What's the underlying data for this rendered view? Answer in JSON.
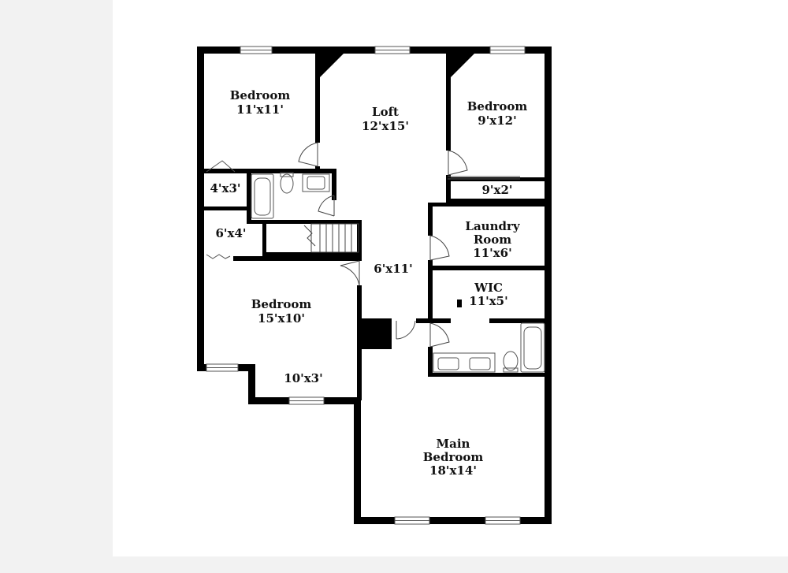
{
  "colors": {
    "background": "#f2f2f2",
    "paper": "#ffffff",
    "wall": "#000000",
    "fixture": "#777777"
  },
  "rooms": {
    "bedroom_nw": {
      "name": "Bedroom",
      "size": "11'x11'"
    },
    "loft": {
      "name": "Loft",
      "size": "12'x15'"
    },
    "bedroom_ne": {
      "name": "Bedroom",
      "size": "9'x12'"
    },
    "closet_nw": {
      "size": "4'x3'"
    },
    "closet_ne": {
      "size": "9'x2'"
    },
    "closet_w": {
      "size": "6'x4'"
    },
    "laundry": {
      "name_line1": "Laundry",
      "name_line2": "Room",
      "size": "11'x6'"
    },
    "hall": {
      "size": "6'x11'"
    },
    "wic": {
      "name": "WIC",
      "size": "11'x5'"
    },
    "bedroom_w": {
      "name": "Bedroom",
      "size": "15'x10'"
    },
    "closet_sw": {
      "size": "10'x3'"
    },
    "main_bedroom": {
      "name_line1": "Main",
      "name_line2": "Bedroom",
      "size": "18'x14'"
    }
  },
  "icons": [
    "door-swing-icon",
    "bathtub-icon",
    "toilet-icon",
    "sink-icon",
    "staircase-icon",
    "window-icon",
    "bifold-door-icon"
  ]
}
